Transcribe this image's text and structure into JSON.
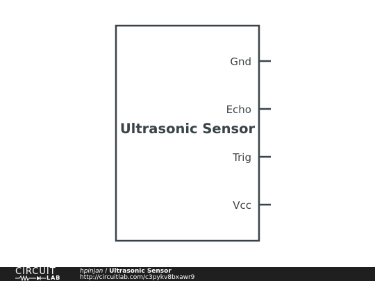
{
  "component": {
    "title": "Ultrasonic Sensor",
    "pins": [
      {
        "label": "Gnd"
      },
      {
        "label": "Echo"
      },
      {
        "label": "Trig"
      },
      {
        "label": "Vcc"
      }
    ]
  },
  "footer": {
    "logo_top": "CIRCUIT",
    "logo_bottom": "LAB",
    "author": "hpinjan",
    "separator": " / ",
    "project": "Ultrasonic Sensor",
    "url": "http://circuitlab.com/c3pykv8bxawr9"
  },
  "colors": {
    "stroke": "#3a4348",
    "footer_bg": "#1f1f1f"
  }
}
